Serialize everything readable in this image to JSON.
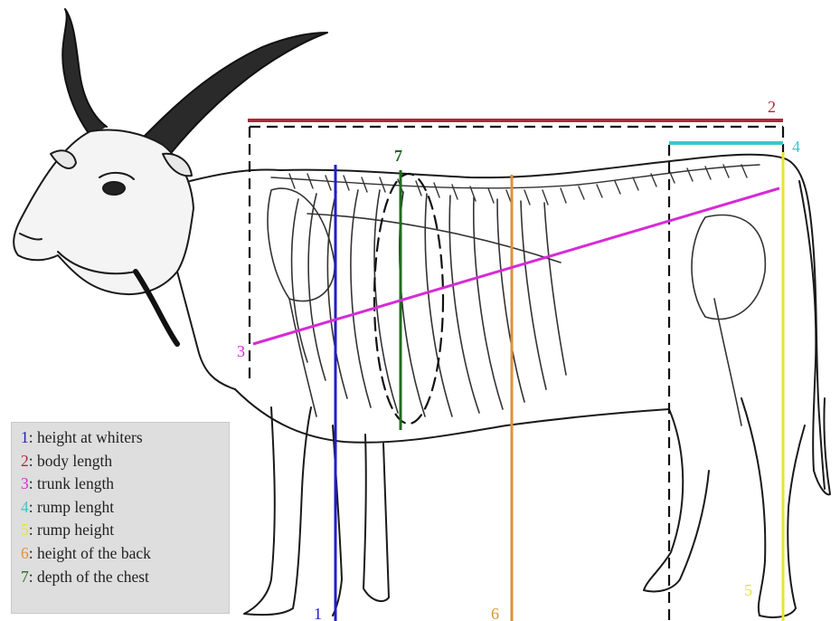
{
  "diagram": {
    "line_colors": {
      "1": "#1f1fbf",
      "2": "#b0263a",
      "3": "#d62bd6",
      "4": "#3cc7c9",
      "5": "#e8e23a",
      "6": "#e0913a",
      "7": "#1f6b1f"
    },
    "markers": {
      "m1": "1",
      "m2": "2",
      "m3": "3",
      "m4": "4",
      "m5": "5",
      "m6": "6",
      "m7": "7"
    }
  },
  "legend": {
    "items": [
      {
        "num": "1",
        "sep": ":",
        "text": " height at whiters",
        "color": "#1f1fbf"
      },
      {
        "num": "2",
        "sep": ":",
        "text": " body length",
        "color": "#b0263a"
      },
      {
        "num": "3",
        "sep": ":",
        "text": " trunk length",
        "color": "#d62bd6"
      },
      {
        "num": "4",
        "sep": ":",
        "text": " rump lenght",
        "color": "#3cc7c9"
      },
      {
        "num": "5",
        "sep": ":",
        "text": " rump height",
        "color": "#e8e23a"
      },
      {
        "num": "6",
        "sep": ":",
        "text": " height of the back",
        "color": "#e0913a"
      },
      {
        "num": "7",
        "sep": ":",
        "text": " depth of the chest",
        "color": "#1f6b1f"
      }
    ]
  }
}
